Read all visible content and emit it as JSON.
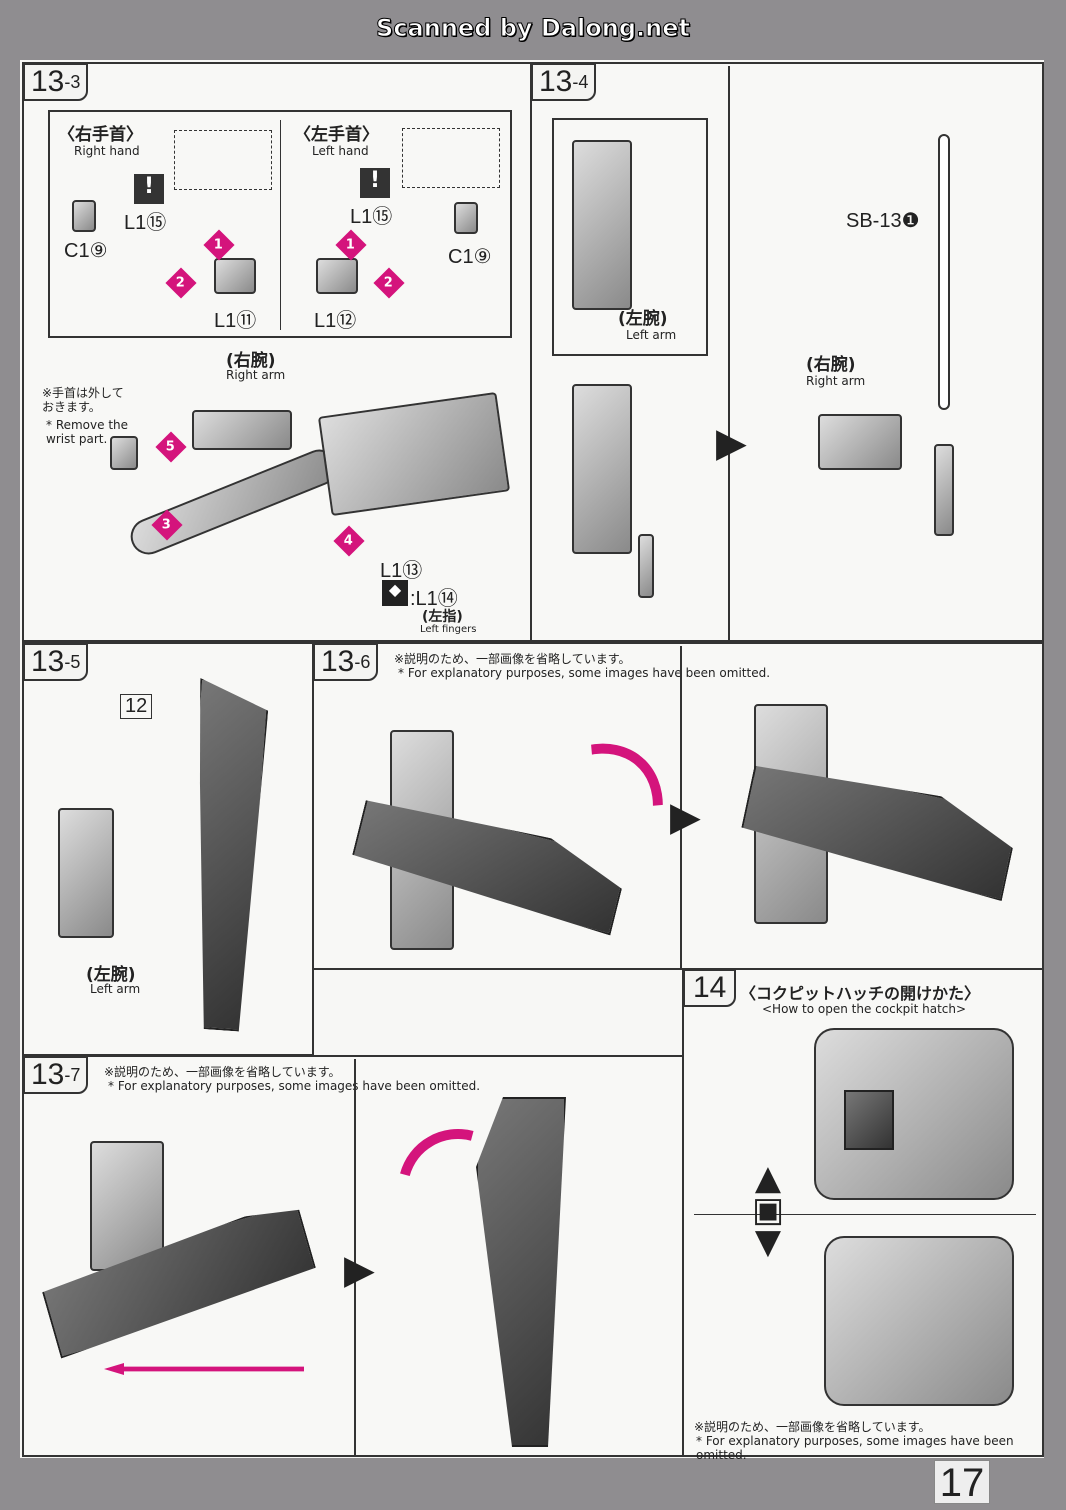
{
  "watermark": "Scanned by Dalong.net",
  "page_number": "17",
  "accent_color": "#d4147c",
  "steps": {
    "s13_3": {
      "num": "13",
      "sub": "-3",
      "right_hand_jp": "〈右手首〉",
      "right_hand_en": "Right hand",
      "left_hand_jp": "〈左手首〉",
      "left_hand_en": "Left hand",
      "parts": {
        "l1_15": "L1⑮",
        "c1_9": "C1⑨",
        "l1_11": "L1⑪",
        "l1_12": "L1⑫",
        "l1_13": "L1⑬",
        "l1_14": ":L1⑭"
      },
      "right_arm_jp": "(右腕)",
      "right_arm_en": "Right arm",
      "note_jp": "※手首は外して\nおきます。",
      "note_en": "* Remove the\nwrist part.",
      "left_fingers_jp": "(左指)",
      "left_fingers_en": "Left fingers",
      "nums": [
        "1",
        "2",
        "3",
        "4",
        "5"
      ]
    },
    "s13_4": {
      "num": "13",
      "sub": "-4",
      "left_arm_jp": "(左腕)",
      "left_arm_en": "Left arm",
      "right_arm_jp": "(右腕)",
      "right_arm_en": "Right arm",
      "part": "SB-13❶"
    },
    "s13_5": {
      "num": "13",
      "sub": "-5",
      "box": "12",
      "left_arm_jp": "(左腕)",
      "left_arm_en": "Left arm"
    },
    "s13_6": {
      "num": "13",
      "sub": "-6",
      "note_jp": "※説明のため、一部画像を省略しています。",
      "note_en": "* For explanatory purposes, some images have been omitted."
    },
    "s13_7": {
      "num": "13",
      "sub": "-7",
      "note_jp": "※説明のため、一部画像を省略しています。",
      "note_en": "* For explanatory purposes, some images have been omitted."
    },
    "s14": {
      "num": "14",
      "title_jp": "〈コクピットハッチの開けかた〉",
      "title_en": "<How to open the cockpit hatch>",
      "note_jp": "※説明のため、一部画像を省略しています。",
      "note_en": "* For explanatory purposes, some images have been omitted."
    }
  }
}
